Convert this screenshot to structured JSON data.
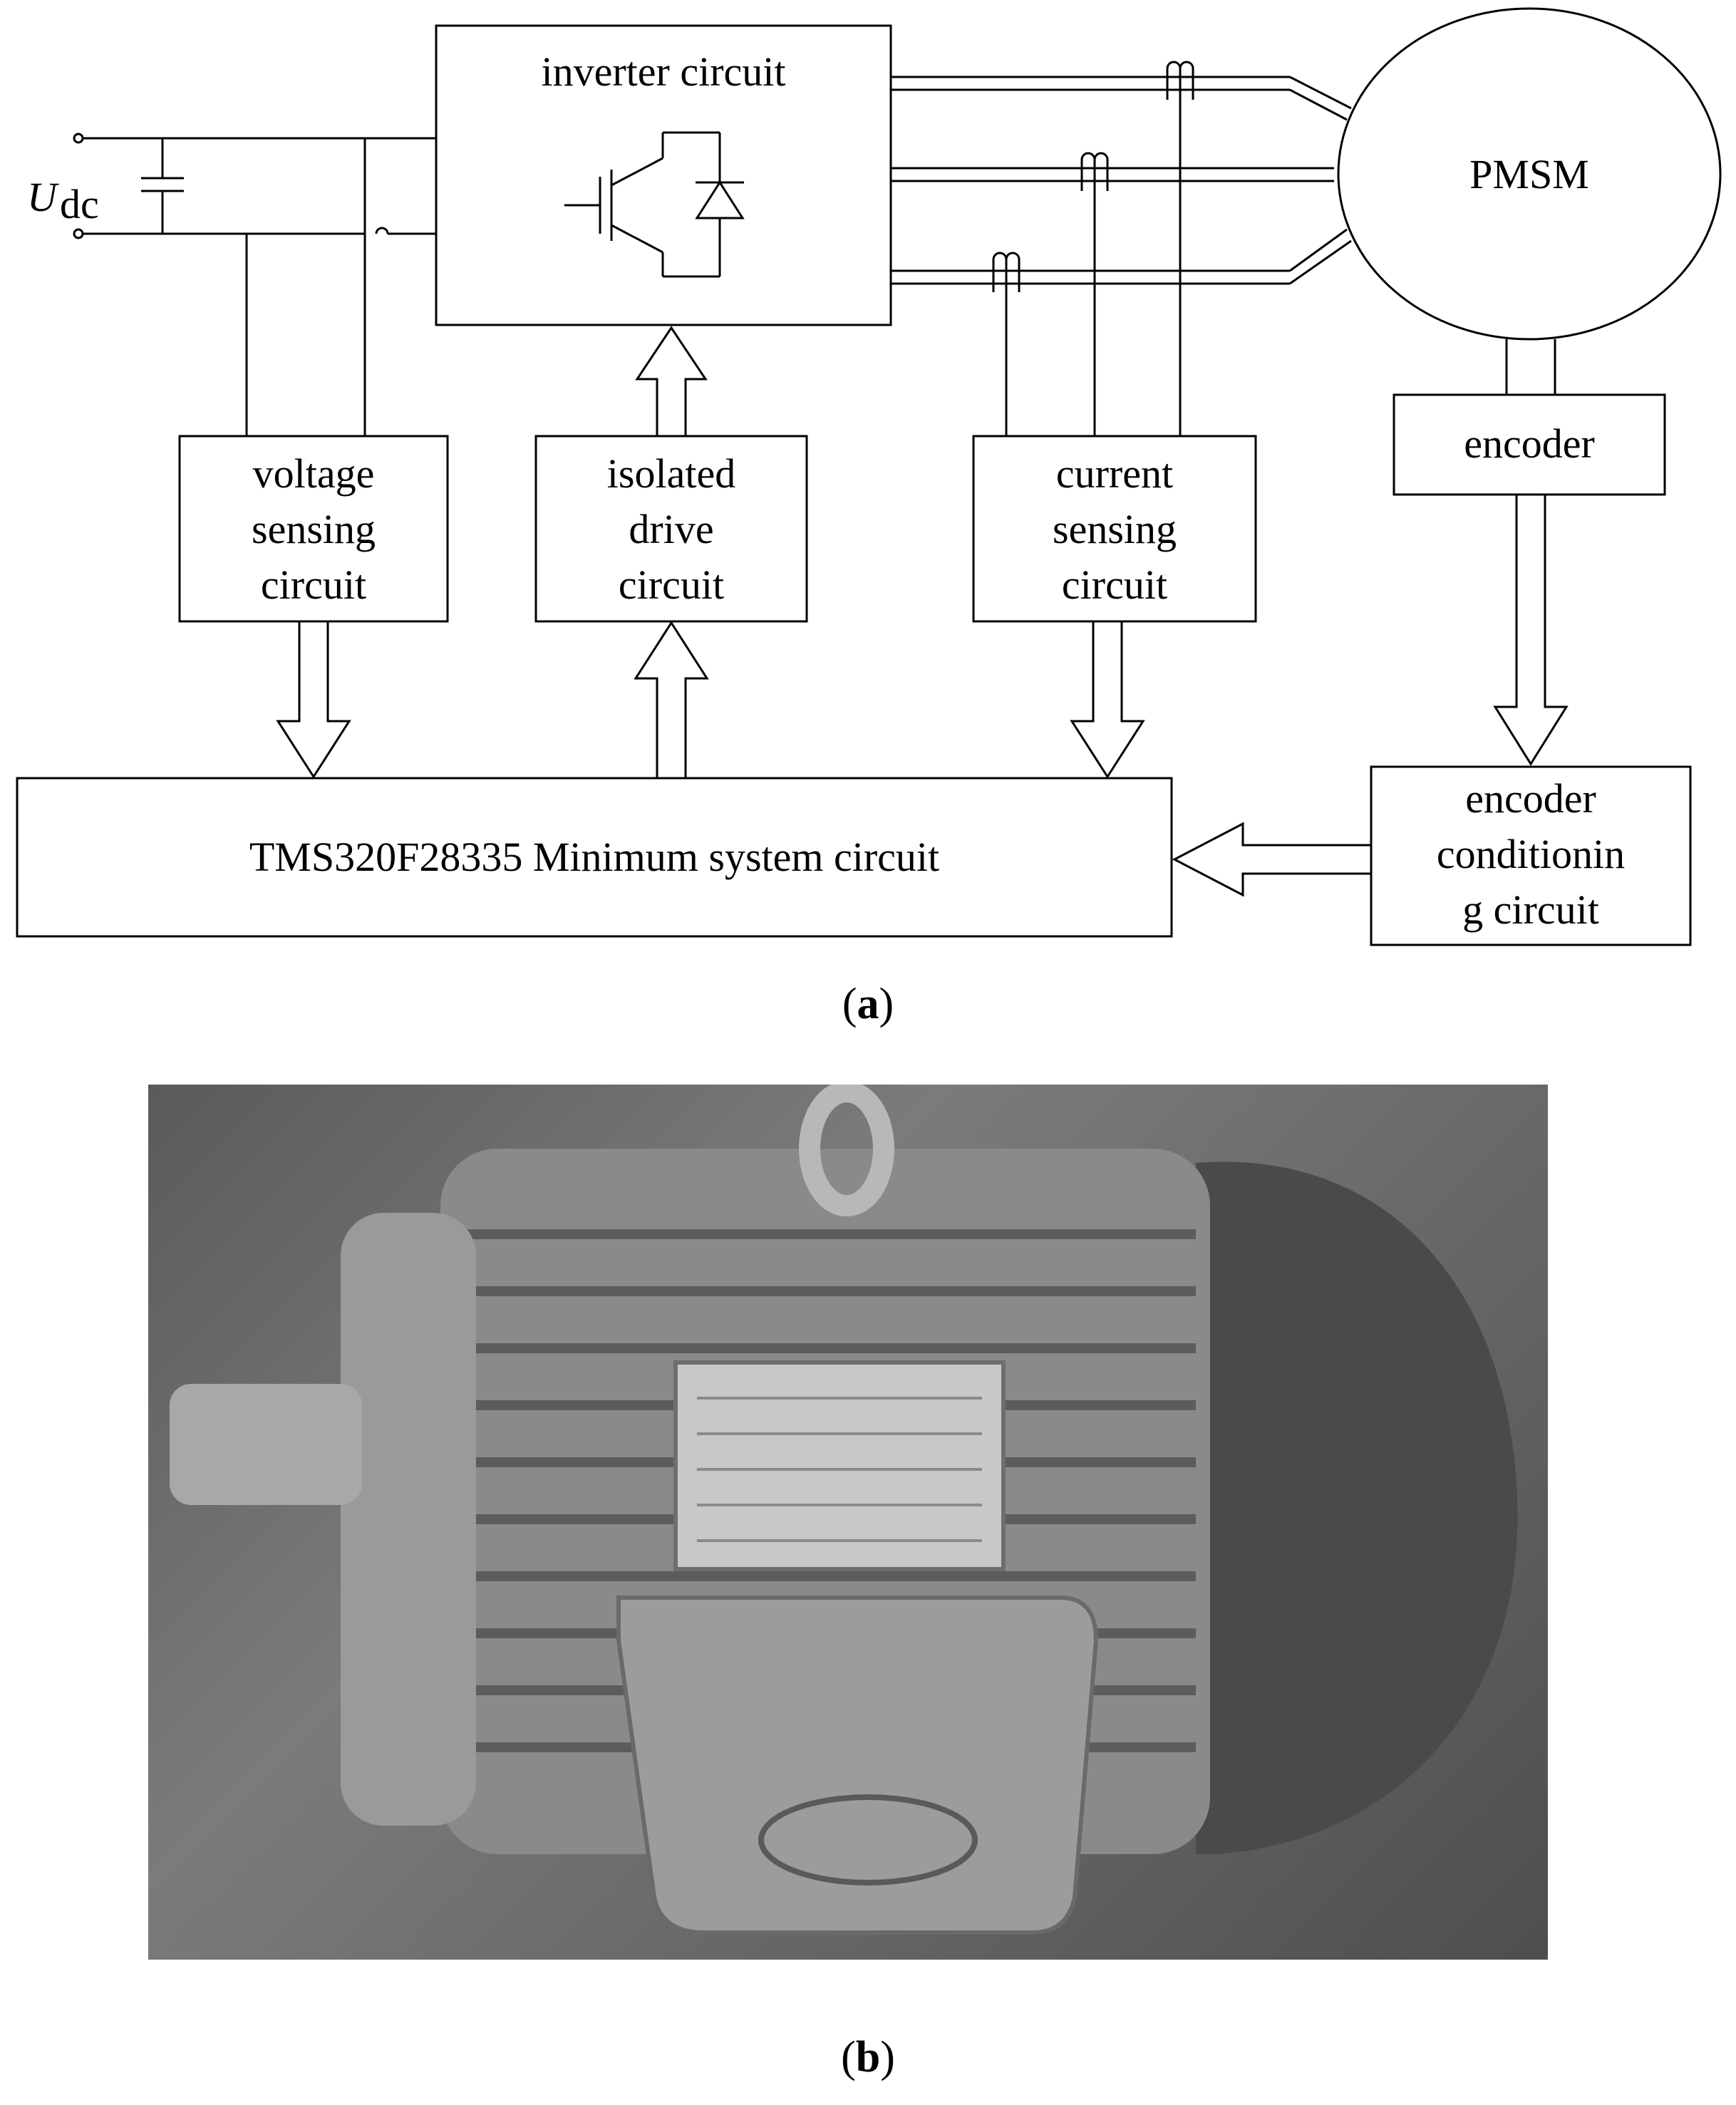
{
  "diagram": {
    "dc_source_label": "U",
    "dc_source_subscript": "dc",
    "inverter_label": "inverter circuit",
    "motor_label": "PMSM",
    "encoder_label": "encoder",
    "voltage_sensing": [
      "voltage",
      "sensing",
      "circuit"
    ],
    "isolated_drive": [
      "isolated",
      "drive",
      "circuit"
    ],
    "current_sensing": [
      "current",
      "sensing",
      "circuit"
    ],
    "encoder_conditioning": [
      "encoder",
      "conditionin",
      "g circuit"
    ],
    "controller_label": "TMS320F28335 Minimum system circuit"
  },
  "captions": {
    "a": "a",
    "b": "b"
  }
}
